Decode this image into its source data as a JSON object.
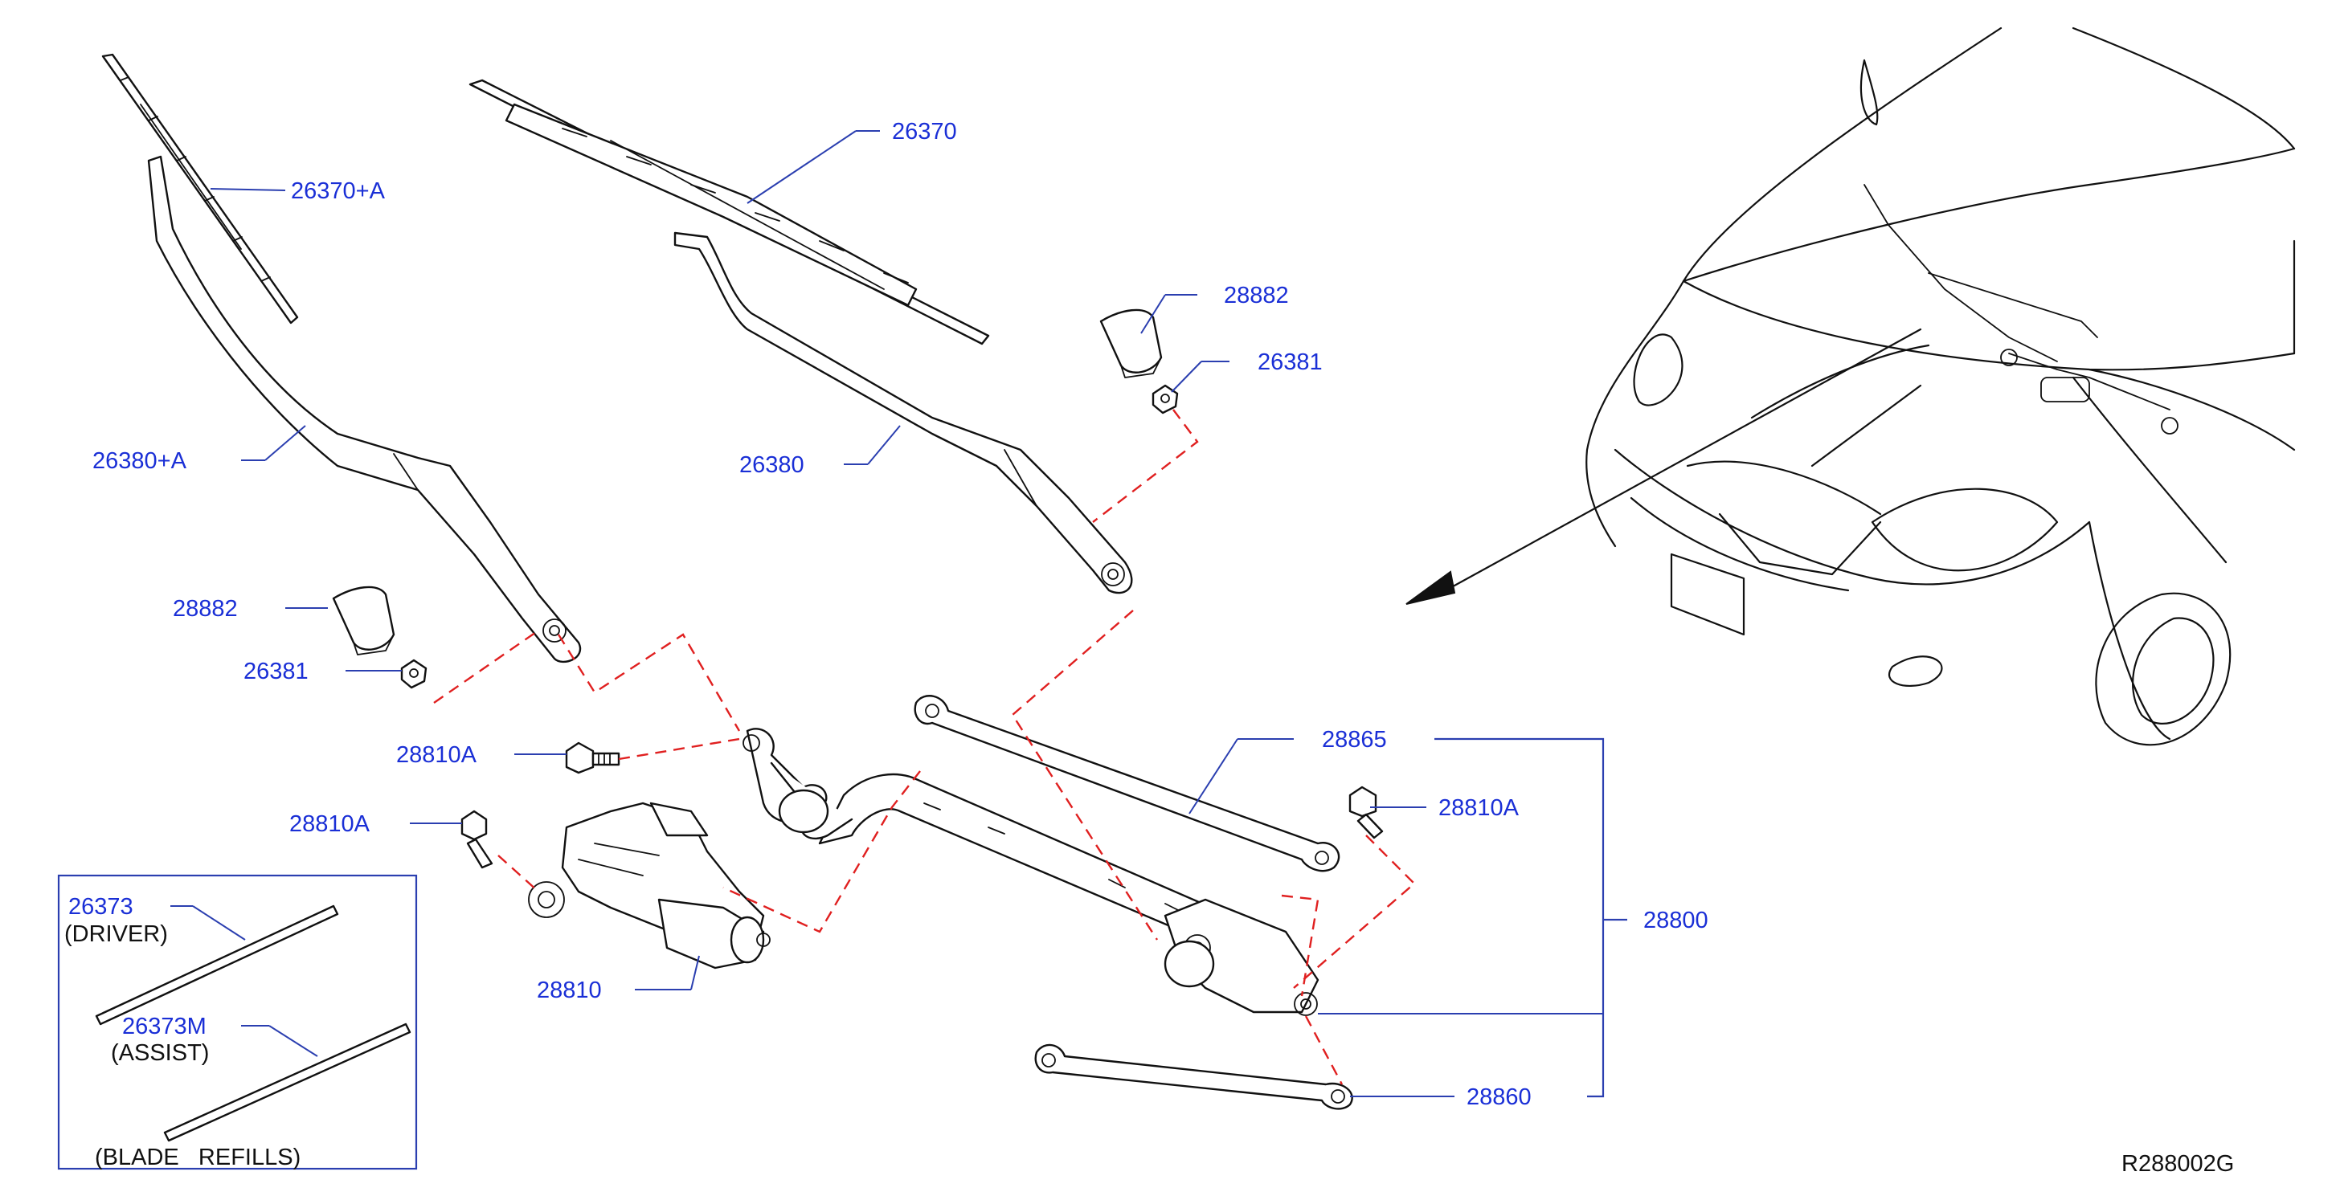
{
  "diagram": {
    "reference_code": "R288002G",
    "callouts": {
      "blade_passenger": "26370+A",
      "blade_driver": "26370",
      "arm_passenger": "26380+A",
      "arm_driver": "26380",
      "cap_passenger": "28882",
      "nut_passenger": "26381",
      "cap_driver": "28882",
      "nut_driver": "26381",
      "bolt_upper": "28810A",
      "bolt_lower": "28810A",
      "bolt_right": "28810A",
      "motor": "28810",
      "link_rod_upper": "28865",
      "linkage_assembly": "28800",
      "link_rod_lower": "28860"
    },
    "blade_refills": {
      "driver_number": "26373",
      "driver_note": "(DRIVER)",
      "assist_number": "26373M",
      "assist_note": "(ASSIST)",
      "caption": "(BLADE   REFILLS)"
    }
  }
}
